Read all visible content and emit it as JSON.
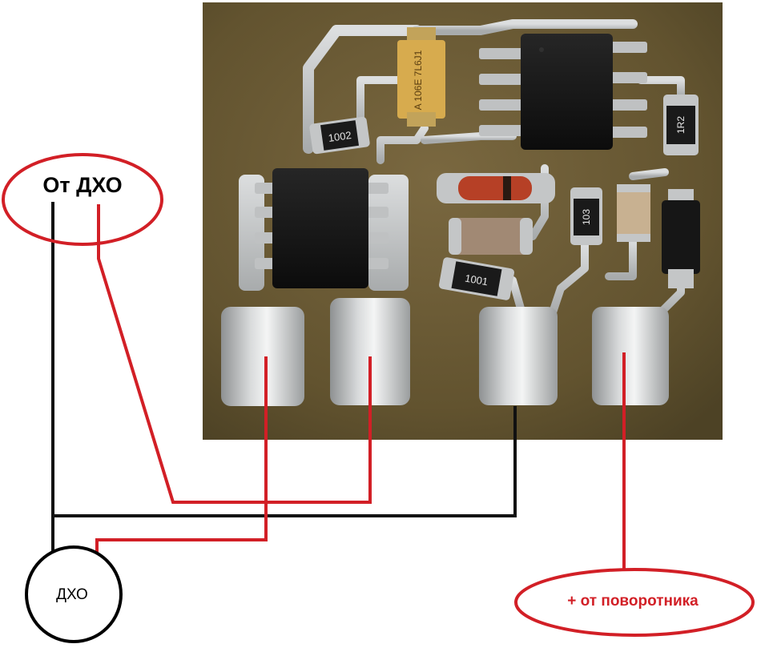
{
  "labels": {
    "source_callout": "От ДХО",
    "drl_circle": "ДХО",
    "turn_signal_callout": "+ от поворотника"
  },
  "board": {
    "resistor_markings": [
      "1002",
      "1001",
      "1R2",
      "103"
    ],
    "capacitor_marking": "A 106E 7L6J1"
  },
  "colors": {
    "callout_red": "#d21f26",
    "wire_black": "#111111",
    "wire_red": "#d21f26",
    "pcb": "#6b5a35",
    "solder": "#c9cbcc",
    "chip": "#161616"
  }
}
